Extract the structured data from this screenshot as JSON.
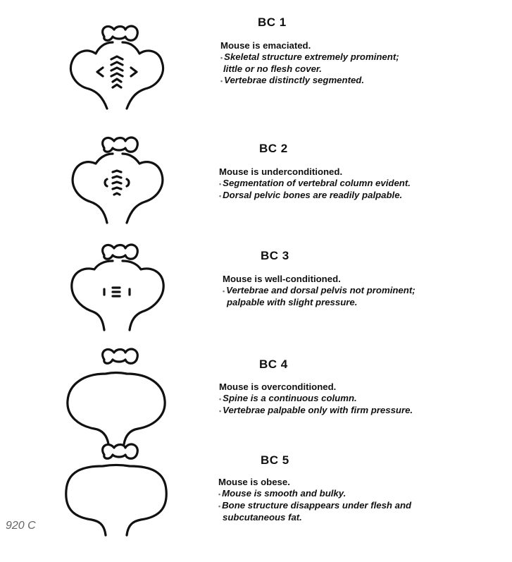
{
  "side_note": "920 C",
  "scores": [
    {
      "heading": "BC 1",
      "lead": "Mouse is emaciated.",
      "bullets": [
        "Skeletal structure extremely prominent;",
        "little or no flesh cover.",
        "Vertebrae distinctly segmented."
      ]
    },
    {
      "heading": "BC 2",
      "lead": "Mouse is underconditioned.",
      "bullets": [
        "Segmentation of  vertebral column evident.",
        "Dorsal pelvic bones are readily palpable."
      ]
    },
    {
      "heading": "BC 3",
      "lead": "Mouse is well-conditioned.",
      "bullets": [
        "Vertebrae and dorsal pelvis not prominent;",
        "palpable with slight pressure."
      ]
    },
    {
      "heading": "BC 4",
      "lead": "Mouse is overconditioned.",
      "bullets": [
        "Spine is a continuous column.",
        "Vertebrae palpable only with firm pressure."
      ]
    },
    {
      "heading": "BC 5",
      "lead": "Mouse is obese.",
      "bullets": [
        "Mouse is smooth and bulky.",
        "Bone structure disappears under flesh and",
        "subcutaneous fat."
      ]
    }
  ]
}
